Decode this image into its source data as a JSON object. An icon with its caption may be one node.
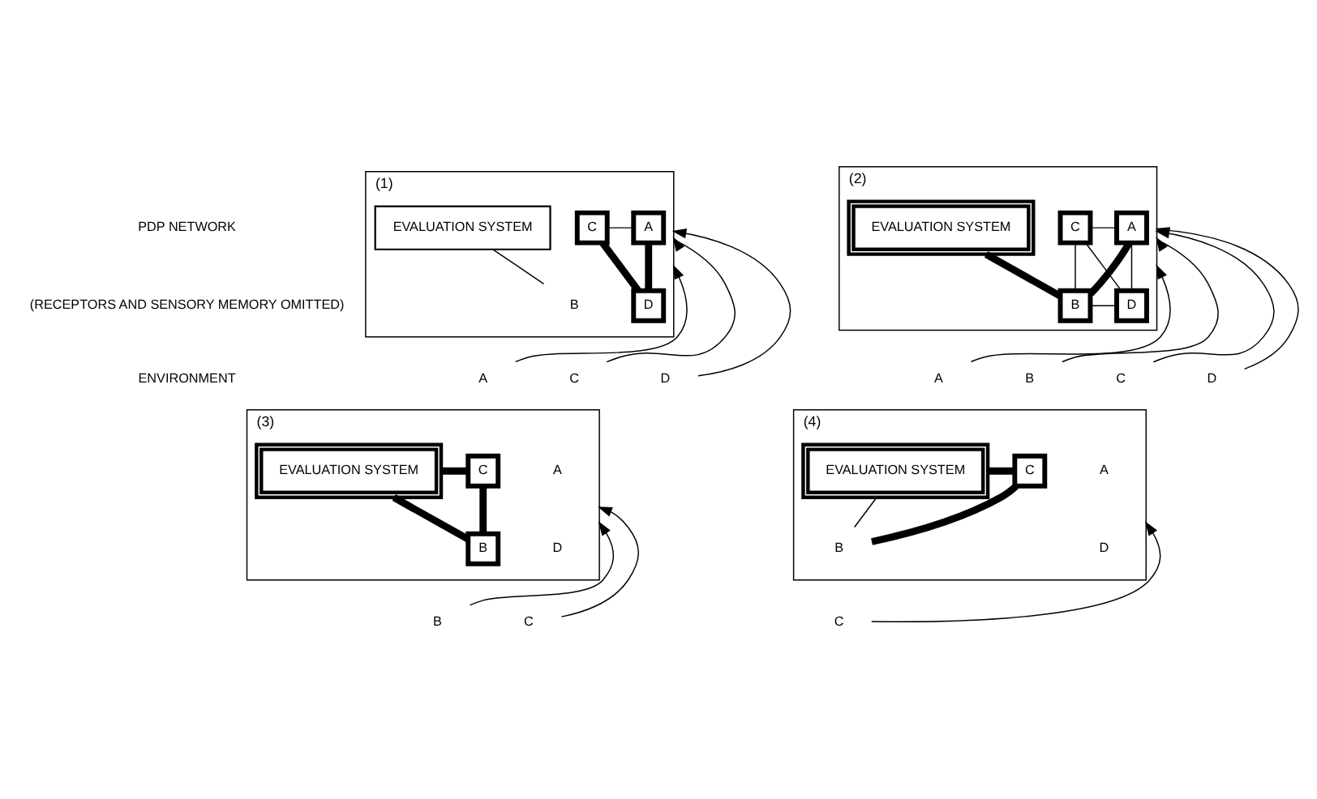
{
  "diagram": {
    "nodes": [
      {
        "text": [
          "(1)"
        ]
      },
      {
        "text": [
          "A"
        ],
        "in": 0
      },
      {
        "text": [
          "C"
        ],
        "in": 0
      },
      {
        "text": [
          "EVALUATION SYSTEM"
        ],
        "in": 0
      },
      {
        "text": [
          "B"
        ],
        "in": 0
      },
      {
        "text": [
          "D"
        ],
        "in": 0
      },
      {
        "text": [
          "(2)"
        ]
      },
      {
        "text": [
          "A"
        ],
        "in": 6
      },
      {
        "text": [
          "C"
        ],
        "in": 6
      },
      {
        "text": [
          "EVALUATION SYSTEM"
        ],
        "in": 6
      },
      {
        "text": [
          "B"
        ],
        "in": 6
      },
      {
        "text": [
          "D"
        ],
        "in": 6
      },
      {
        "text": [
          "(3)"
        ]
      },
      {
        "text": [
          "C"
        ],
        "in": 12
      },
      {
        "text": [
          "EVALUATION SYSTEM"
        ],
        "in": 12
      },
      {
        "text": [
          "B"
        ],
        "in": 12
      },
      {
        "text": [
          "(4)"
        ]
      },
      {
        "text": [
          "C"
        ],
        "in": 16
      },
      {
        "text": [
          "EVALUATION SYSTEM"
        ],
        "in": 16
      },
      {
        "text": [
          "B"
        ],
        "in": 16
      },
      {
        "text": [
          "A"
        ]
      },
      {
        "text": [
          "C"
        ]
      },
      {
        "text": [
          "D"
        ]
      },
      {
        "text": [
          "A"
        ]
      },
      {
        "text": [
          "B"
        ]
      },
      {
        "text": [
          "C"
        ]
      },
      {
        "text": [
          "D"
        ]
      },
      {
        "text": [
          "B"
        ]
      },
      {
        "text": [
          "C"
        ]
      },
      {
        "text": [
          "C"
        ]
      }
    ],
    "edges": [
      {
        "from": 1,
        "to": 2,
        "arrow": "none"
      },
      {
        "from": 1,
        "to": 5,
        "arrow": "none",
        "style": "thick"
      },
      {
        "from": 2,
        "to": 5,
        "arrow": "none",
        "style": "thick"
      },
      {
        "from": 4,
        "to": 3,
        "arrow": "none"
      },
      {
        "from": 7,
        "to": 8,
        "arrow": "none"
      },
      {
        "from": 7,
        "to": 10,
        "arrow": "none",
        "style": "thick"
      },
      {
        "from": 7,
        "to": 11,
        "arrow": "none"
      },
      {
        "from": 8,
        "to": 10,
        "arrow": "none"
      },
      {
        "from": 8,
        "to": 11,
        "arrow": "none"
      },
      {
        "from": 10,
        "to": 11,
        "arrow": "none"
      },
      {
        "from": 10,
        "to": 9,
        "arrow": "none",
        "style": "thick"
      },
      {
        "from": 15,
        "to": 13,
        "arrow": "none",
        "style": "thick"
      },
      {
        "from": 13,
        "to": 14,
        "arrow": "none",
        "style": "thick"
      },
      {
        "from": 15,
        "to": 14,
        "arrow": "none",
        "style": "thick"
      },
      {
        "from": 19,
        "to": 17,
        "arrow": "none",
        "style": "thick"
      },
      {
        "from": 17,
        "to": 18,
        "arrow": "none",
        "style": "thick"
      },
      {
        "from": 19,
        "to": 18,
        "arrow": "none"
      },
      {
        "from": 20,
        "to": 0,
        "arrow": "to"
      },
      {
        "from": 21,
        "to": 0,
        "arrow": "to"
      },
      {
        "from": 22,
        "to": 0,
        "arrow": "to"
      },
      {
        "from": 23,
        "to": 6,
        "arrow": "to"
      },
      {
        "from": 24,
        "to": 6,
        "arrow": "to"
      },
      {
        "from": 25,
        "to": 6,
        "arrow": "to"
      },
      {
        "from": 26,
        "to": 6,
        "arrow": "to"
      },
      {
        "from": 27,
        "to": 12,
        "arrow": "to"
      },
      {
        "from": 28,
        "to": 12,
        "arrow": "to"
      },
      {
        "from": 29,
        "to": 16,
        "arrow": "to"
      }
    ],
    "labels": [
      "PDP NETWORK",
      "(RECEPTORS AND SENSORY MEMORY OMITTED)",
      "ENVIRONMENT",
      "A",
      "D",
      "A",
      "D"
    ]
  }
}
